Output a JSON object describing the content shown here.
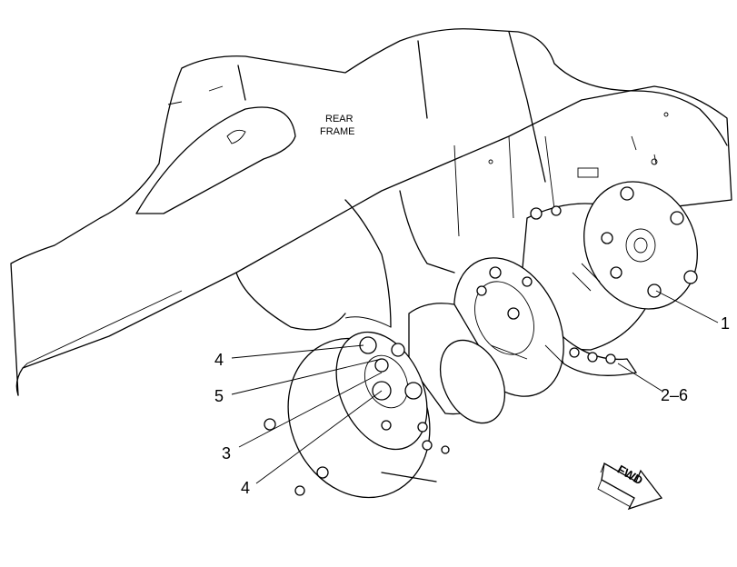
{
  "frame_label": {
    "line1": "REAR",
    "line2": "FRAME"
  },
  "callouts": [
    {
      "id": "c1",
      "text": "1"
    },
    {
      "id": "c2-6",
      "text": "2–6"
    },
    {
      "id": "c4a",
      "text": "4"
    },
    {
      "id": "c5",
      "text": "5"
    },
    {
      "id": "c3",
      "text": "3"
    },
    {
      "id": "c4b",
      "text": "4"
    }
  ],
  "fwd_arrow": {
    "text": "FWD"
  }
}
